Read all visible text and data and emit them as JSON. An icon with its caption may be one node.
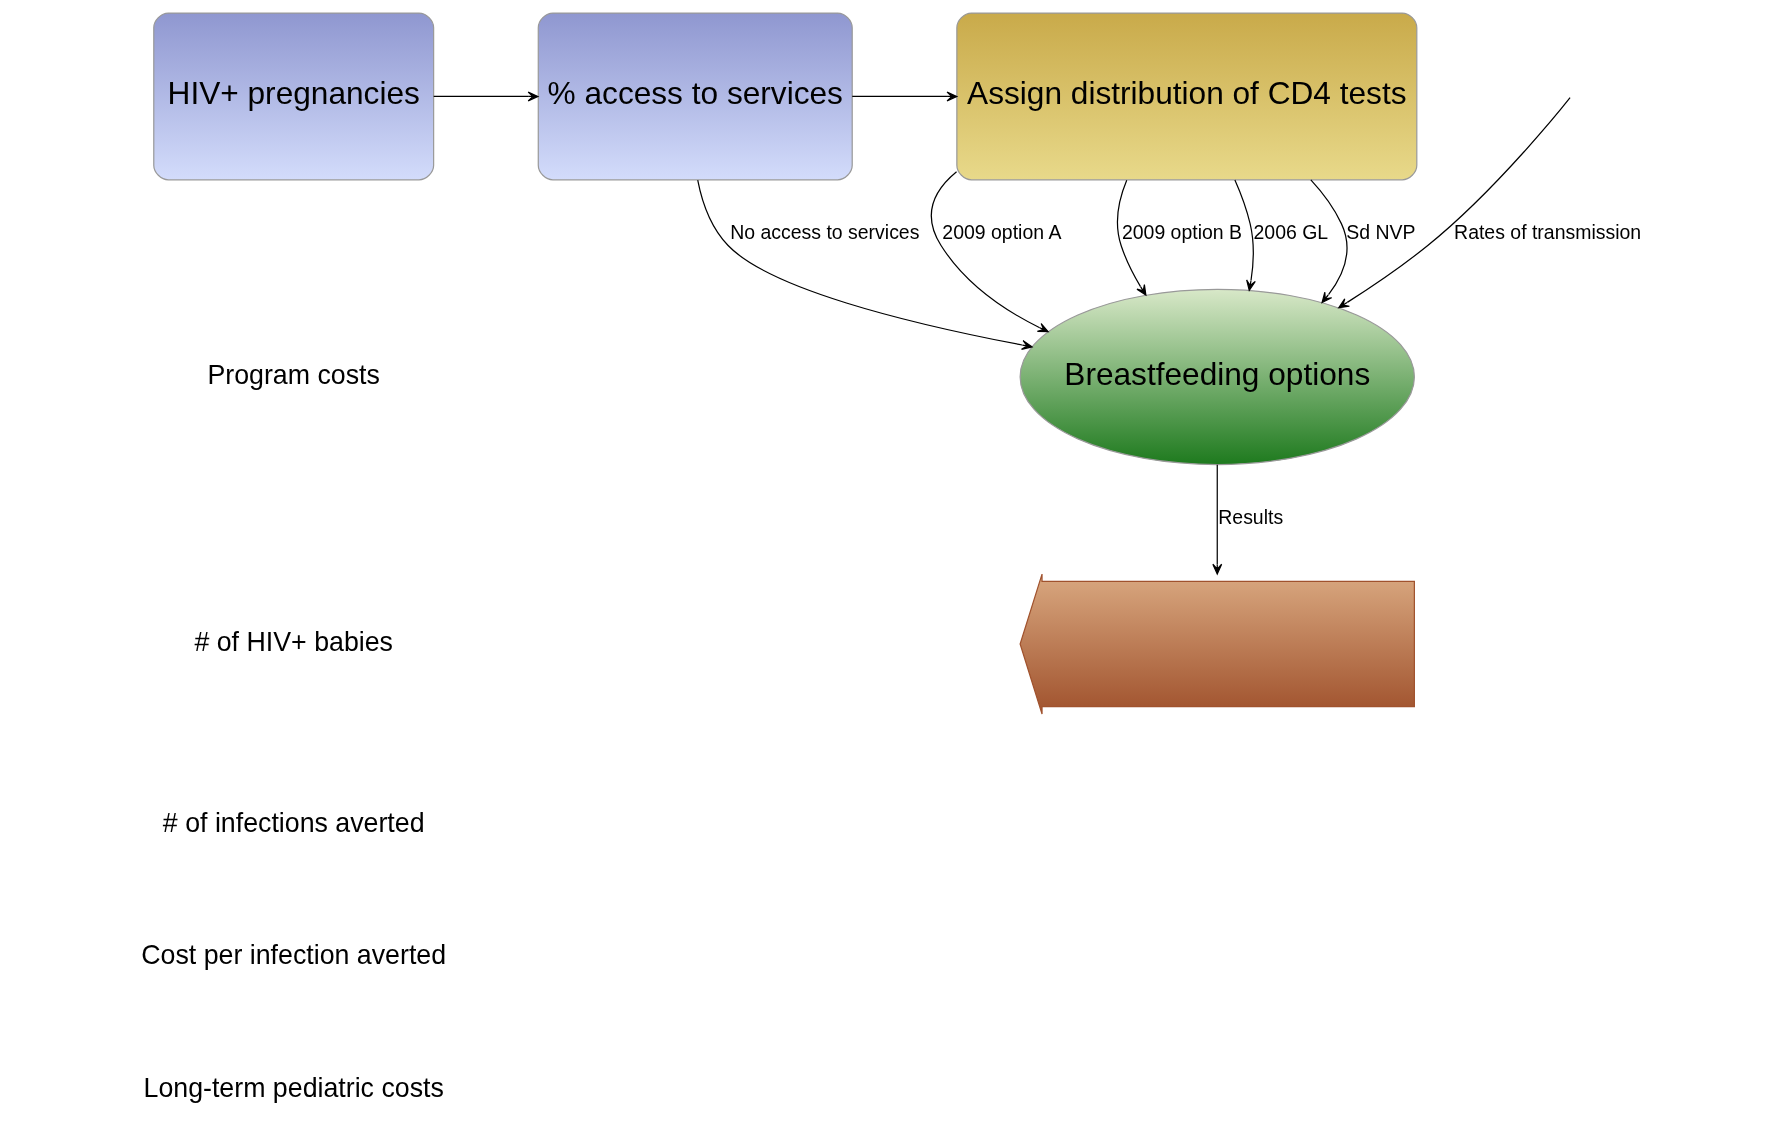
{
  "diagram": {
    "nodes": [
      {
        "text": [
          "HIV+ pregnancies"
        ]
      },
      {
        "text": [
          "% access to services"
        ]
      },
      {
        "text": [
          "Assign distribution of CD4 tests"
        ]
      },
      {
        "text": [
          "Breastfeeding options"
        ]
      },
      {
        "text": [],
        "shape": "arrow"
      }
    ],
    "edges": [
      {
        "from": 0,
        "to": 1,
        "arrow": "to"
      },
      {
        "from": 1,
        "to": 2,
        "arrow": "to"
      },
      {
        "from": 1,
        "to": 3,
        "label": "No access to services",
        "arrow": "to"
      },
      {
        "from": 2,
        "to": 3,
        "label": "2009 option A",
        "arrow": "to"
      },
      {
        "from": 2,
        "to": 3,
        "label": "2009 option B",
        "arrow": "to"
      },
      {
        "from": 2,
        "to": 3,
        "label": "2006 GL",
        "arrow": "to"
      },
      {
        "from": 2,
        "to": 3,
        "label": "Sd NVP",
        "arrow": "to"
      },
      {
        "from": null,
        "to": 3,
        "label": "Rates of transmission",
        "arrow": "to"
      },
      {
        "from": 3,
        "to": 4,
        "label": "Results",
        "arrow": "to"
      }
    ],
    "labels": [
      "Program costs",
      "# of HIV+ babies",
      "# of infections averted",
      "Cost per infection averted",
      "Long-term pediatric costs"
    ]
  }
}
